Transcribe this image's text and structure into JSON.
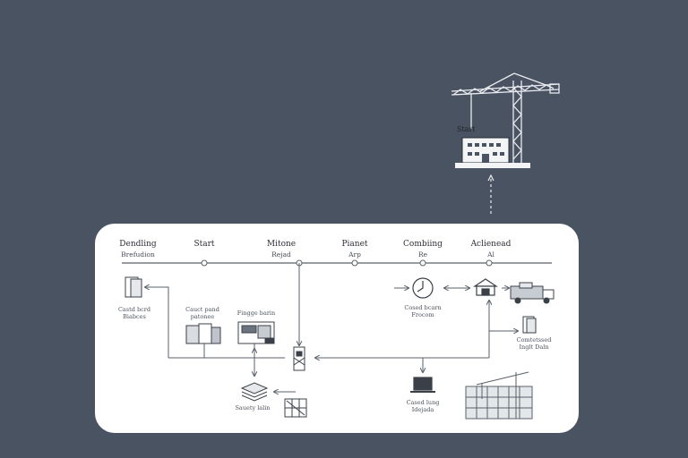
{
  "hero": {
    "label": "Start"
  },
  "stages": [
    {
      "label": "Dendling",
      "sub": "Brefudion"
    },
    {
      "label": "Start",
      "sub": ""
    },
    {
      "label": "Mitone",
      "sub": "Rejad"
    },
    {
      "label": "Pianet",
      "sub": "Arp"
    },
    {
      "label": "Combiing",
      "sub": "Re"
    },
    {
      "label": "Aclienead",
      "sub": "Al"
    }
  ],
  "captions": {
    "doc": [
      "Castd bcrd",
      "Biabces"
    ],
    "books": [
      "Cauct pand",
      "patonee"
    ],
    "monitor": [
      "Fingge barin"
    ],
    "clock": [
      "Cosed bcarn",
      "Frocom"
    ],
    "doc_right": [
      "Comtetssed",
      "Inglt Daln"
    ],
    "stack": [
      "Sauety lalin"
    ],
    "laptop": [
      "Cased lung",
      "Idejada"
    ]
  },
  "colors": {
    "background": "#4a5361",
    "panel": "#ffffff",
    "line": "#5a616b"
  }
}
